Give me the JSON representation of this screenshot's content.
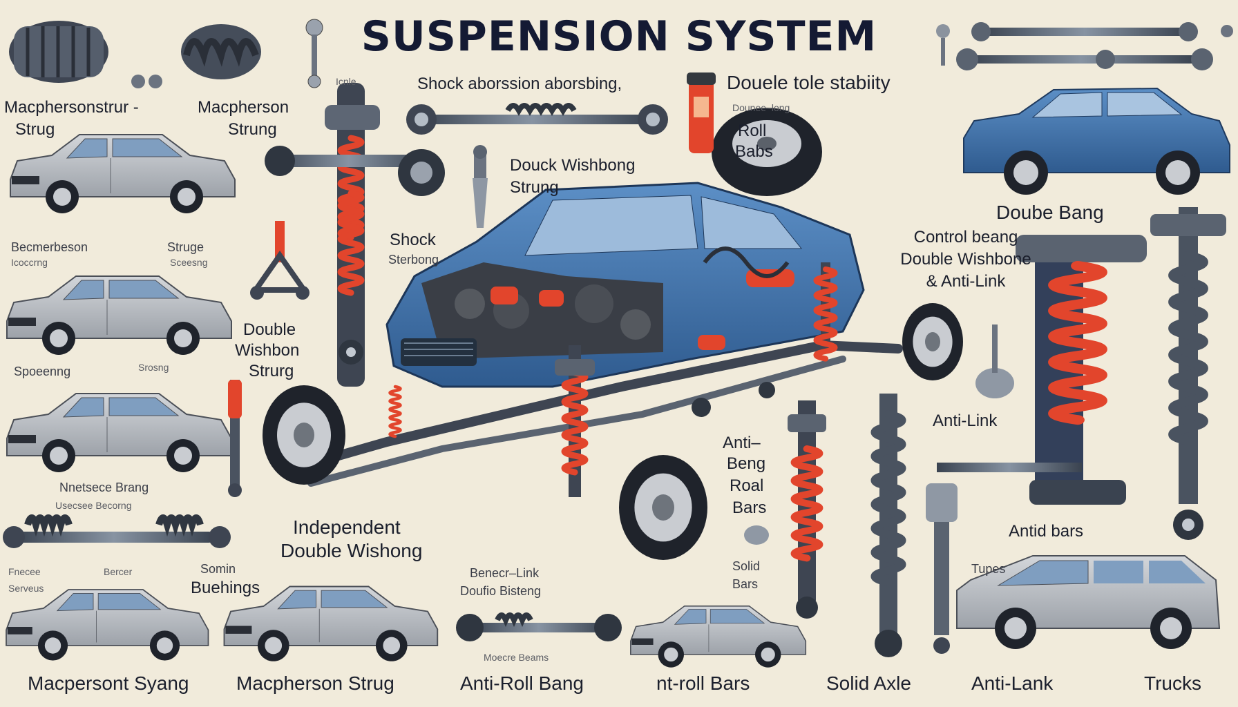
{
  "title": "SUSPENSION SYSTEM",
  "colors": {
    "background": "#f1ebdb",
    "car_blue": "#3f6fa3",
    "spring_red": "#e2452c",
    "steel": "#556170",
    "tire": "#1f232b",
    "silver_car": "#b9bcc1"
  },
  "labels": {
    "l01": "Macphersonstrur -",
    "l02": "Strug",
    "l03": "Macpherson",
    "l04": "Strung",
    "l05": "Shock aborssion aborsbing,",
    "l06": "Douele tole stabiity",
    "l07": "Douck Wishbong",
    "l08": "Strung",
    "l09": "Dounee–long",
    "l10": "Roll",
    "l11": "Babs",
    "l12": "Doube Bang",
    "l13": "Control beang",
    "l14": "Double Wishbone",
    "l15": "& Anti-Link",
    "l16": "Shock",
    "l17": "Sterbong",
    "l18": "Becmerbeson",
    "l19": "Struge",
    "l20": "Icoccrng",
    "l21": "Sceesng",
    "l22": "Double",
    "l23": "Wishbon",
    "l24": "Strurg",
    "l25": "Spoeenng",
    "l26": "Srosng",
    "l27": "Anti-Link",
    "l28": "Anti–",
    "l29": "Beng",
    "l30": "Roal",
    "l31": "Bars",
    "l32": "Nnetsece Brang",
    "l33": "Usecsee Becorng",
    "l34": "Independent",
    "l35": "Double Wishong",
    "l36": "Benecr–Link",
    "l37": "Doufio Bisteng",
    "l38": "Solid",
    "l39": "Bars",
    "l40": "Antid bars",
    "l41": "Tupes",
    "l42": "Fnecee",
    "l43": "Serveus",
    "l44": "Bercer",
    "l45": "Somin",
    "l46": "Buehings",
    "l47": "Moecre Beams",
    "l48": "Macpersont Syang",
    "l49": "Macpherson Strug",
    "l50": "Anti-Roll Bang",
    "l51": "nt-roll Bars",
    "l52": "Solid Axle",
    "l53": "Anti-Lank",
    "l54": "Trucks",
    "l55": "Icnle"
  }
}
